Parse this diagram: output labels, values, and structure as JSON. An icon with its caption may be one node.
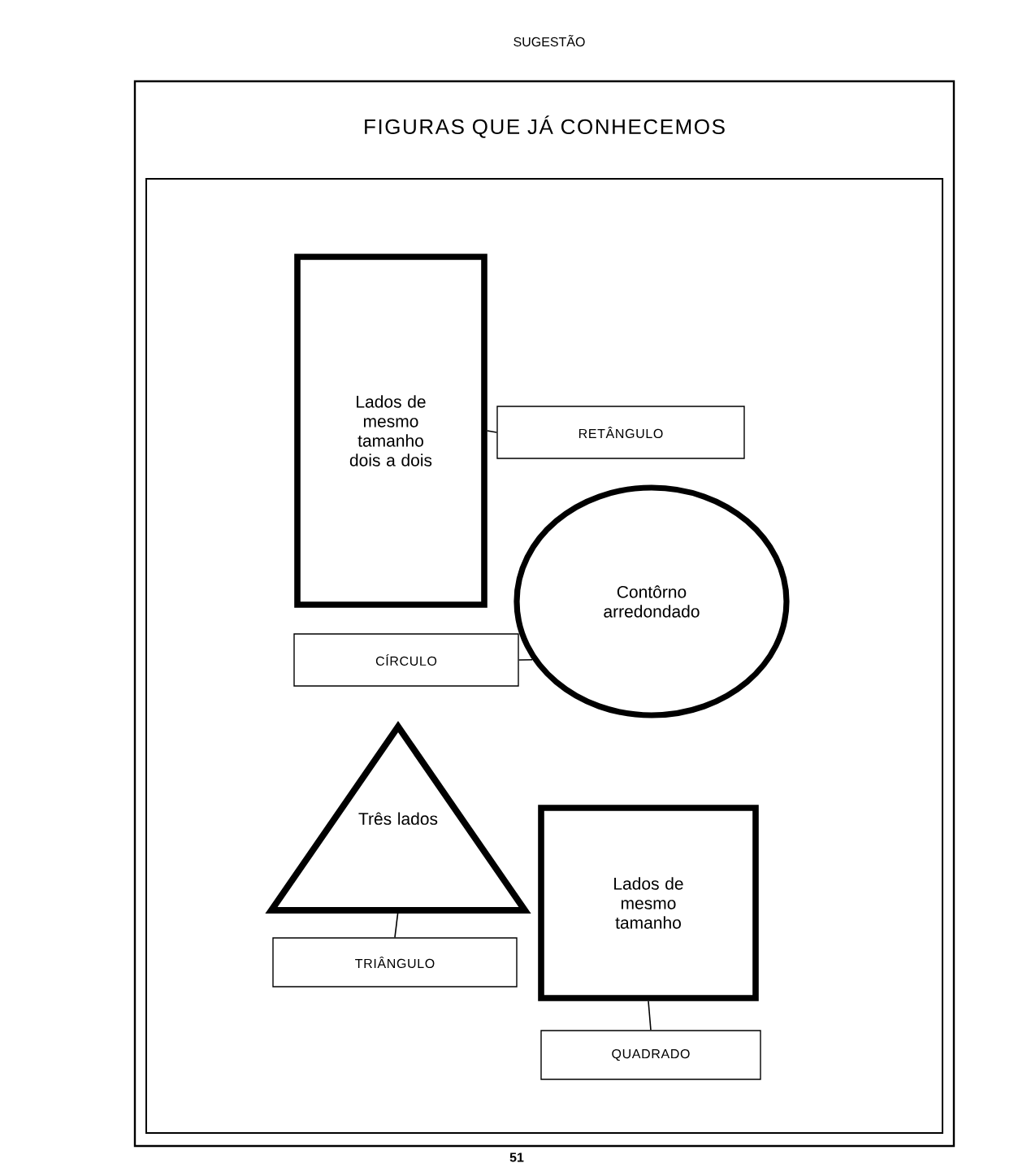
{
  "diagram": {
    "title": "FIGURAS QUE JÁ CONHECEMOS",
    "nodes": [
      {
        "text": [
          "Lados de mesmo tamanho dois a dois"
        ]
      },
      {
        "text": [
          "RETÂNGULO"
        ]
      },
      {
        "text": [
          "Contôrno arredondado"
        ]
      },
      {
        "text": [
          "CÍRCULO"
        ]
      },
      {
        "text": [
          "Três lados"
        ]
      },
      {
        "text": [
          "TRIÂNGULO"
        ]
      },
      {
        "text": [
          "Lados de mesmo tamanho"
        ]
      },
      {
        "text": [
          "QUADRADO"
        ]
      }
    ],
    "edges": [
      {
        "from": 0,
        "to": 1,
        "arrow": "none"
      },
      {
        "from": 2,
        "to": 3,
        "arrow": "none"
      },
      {
        "from": 4,
        "to": 5,
        "arrow": "none"
      },
      {
        "from": 6,
        "to": 7,
        "arrow": "none"
      }
    ],
    "labels": [
      "SUGESTÃO",
      "51"
    ]
  }
}
